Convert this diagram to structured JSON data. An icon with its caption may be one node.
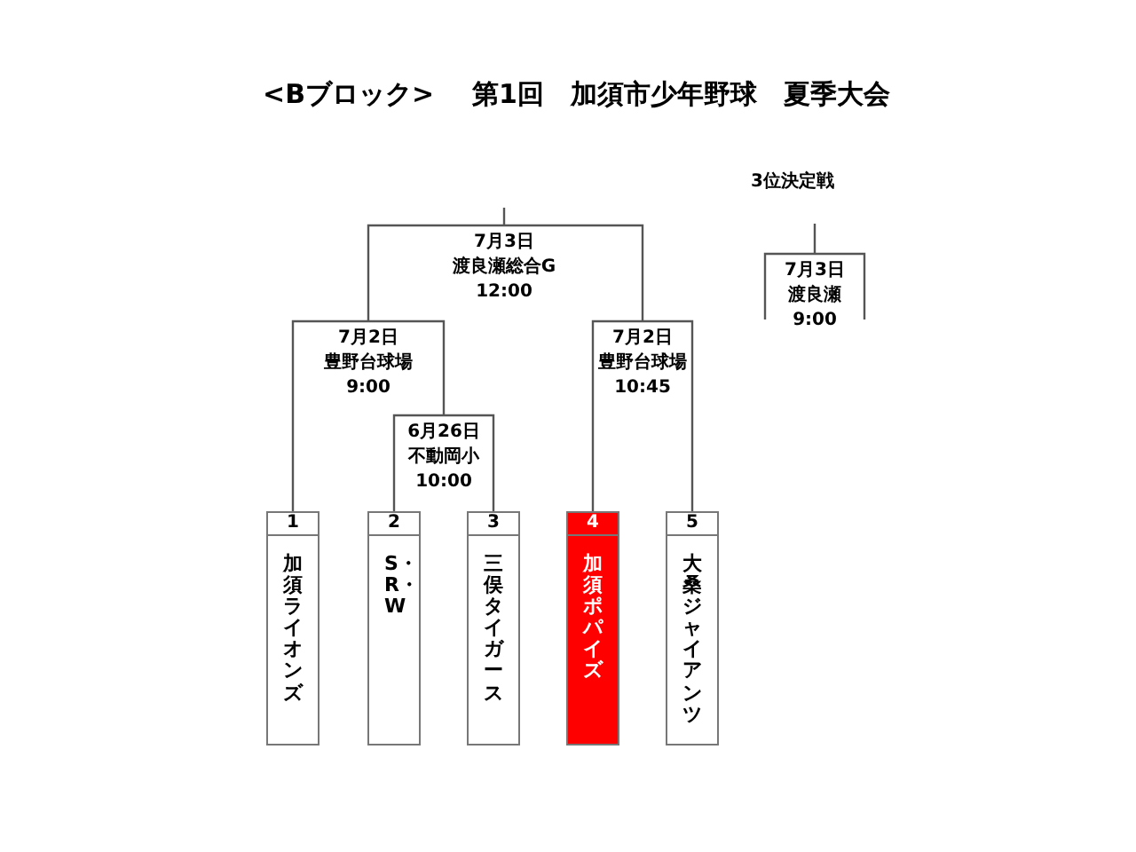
{
  "diagram": {
    "title": "第1回　加須市少年野球　夏季大会",
    "nodes": [
      {
        "text": [
          "7月3日",
          "渡良瀬総合G",
          "12:00"
        ]
      },
      {
        "text": [
          "7月2日",
          "豊野台球場",
          "9:00"
        ]
      },
      {
        "text": [
          "7月2日",
          "豊野台球場",
          "10:45"
        ]
      },
      {
        "text": [
          "6月26日",
          "不動岡小",
          "10:00"
        ]
      },
      {
        "text": [
          "7月3日",
          "渡良瀬",
          "9:00"
        ]
      },
      {
        "text": [
          "1",
          "加須ライオンズ"
        ]
      },
      {
        "text": [
          "2",
          "S・R・W"
        ]
      },
      {
        "text": [
          "3",
          "三俣タイガース"
        ]
      },
      {
        "text": [
          "4",
          "加須ポパイズ"
        ]
      },
      {
        "text": [
          "5",
          "大桑ジャイアンツ"
        ]
      }
    ],
    "edges": [
      {
        "from": 5,
        "to": 1,
        "arrow": "none"
      },
      {
        "from": 3,
        "to": 1,
        "arrow": "none"
      },
      {
        "from": 6,
        "to": 3,
        "arrow": "none"
      },
      {
        "from": 7,
        "to": 3,
        "arrow": "none"
      },
      {
        "from": 8,
        "to": 2,
        "arrow": "none"
      },
      {
        "from": 9,
        "to": 2,
        "arrow": "none"
      },
      {
        "from": 1,
        "to": 0,
        "arrow": "none"
      },
      {
        "from": 2,
        "to": 0,
        "arrow": "none"
      },
      {
        "from": null,
        "to": 0,
        "arrow": "none"
      },
      {
        "from": null,
        "to": 4,
        "arrow": "none"
      },
      {
        "from": null,
        "to": 4,
        "arrow": "none"
      },
      {
        "from": null,
        "to": 4,
        "arrow": "none"
      }
    ],
    "labels": [
      "<Bブロック>",
      "3位決定戦"
    ]
  }
}
